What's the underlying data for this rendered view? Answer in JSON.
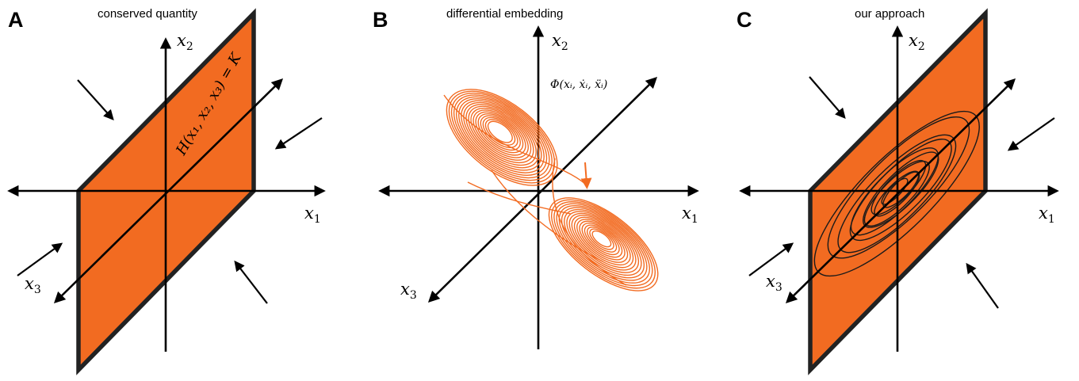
{
  "colors": {
    "plane_fill": "#F26B21",
    "plane_edge": "#222222",
    "attractor": "#F26B21",
    "axis": "#000000",
    "orbit_dark": "#1a1a1a"
  },
  "panels": [
    {
      "letter": "A",
      "title": "conserved quantity",
      "x1_label": "x",
      "x1_sub": "1",
      "x2_label": "x",
      "x2_sub": "2",
      "x3_label": "x",
      "x3_sub": "3",
      "plane_label": "H(x₁, x₂, x₃) = K"
    },
    {
      "letter": "B",
      "title": "differential embedding",
      "x1_label": "x",
      "x1_sub": "1",
      "x2_label": "x",
      "x2_sub": "2",
      "x3_label": "x",
      "x3_sub": "3",
      "map_label": "Φ(xᵢ, ẋᵢ, ẍᵢ)"
    },
    {
      "letter": "C",
      "title": "our approach",
      "x1_label": "x",
      "x1_sub": "1",
      "x2_label": "x",
      "x2_sub": "2",
      "x3_label": "x",
      "x3_sub": "3"
    }
  ]
}
